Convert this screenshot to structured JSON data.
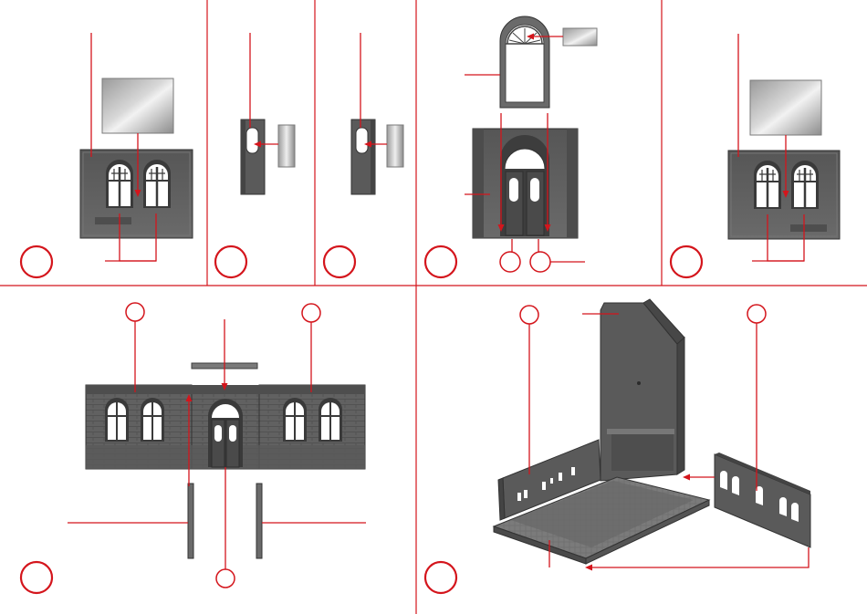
{
  "title": "",
  "colors": {
    "line": "#d4151c",
    "wall": "#5e5e5e",
    "wall_dark": "#3f3f3f",
    "wall_light": "#8a8a8a",
    "glass": "#b6b6b6",
    "window": "#ffffff",
    "floor": "#6d6d6d"
  },
  "steps": [
    {
      "id": "step-1",
      "label": ""
    },
    {
      "id": "step-2",
      "label": ""
    },
    {
      "id": "step-3",
      "label": ""
    },
    {
      "id": "step-4",
      "label": ""
    },
    {
      "id": "step-5",
      "label": ""
    },
    {
      "id": "step-6",
      "label": ""
    },
    {
      "id": "step-7",
      "label": ""
    }
  ],
  "part_markers": {
    "wall_code_left": "",
    "wall_code_right": ""
  }
}
